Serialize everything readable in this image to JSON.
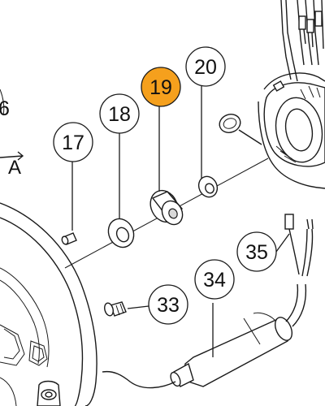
{
  "diagram": {
    "view_label": "A",
    "highlight_color": "#f5a01d",
    "edge_label": "6",
    "callouts": [
      {
        "id": "17",
        "label": "17",
        "highlighted": false
      },
      {
        "id": "18",
        "label": "18",
        "highlighted": false
      },
      {
        "id": "19",
        "label": "19",
        "highlighted": true
      },
      {
        "id": "20",
        "label": "20",
        "highlighted": false
      },
      {
        "id": "33",
        "label": "33",
        "highlighted": false
      },
      {
        "id": "34",
        "label": "34",
        "highlighted": false
      },
      {
        "id": "35",
        "label": "35",
        "highlighted": false
      }
    ]
  }
}
